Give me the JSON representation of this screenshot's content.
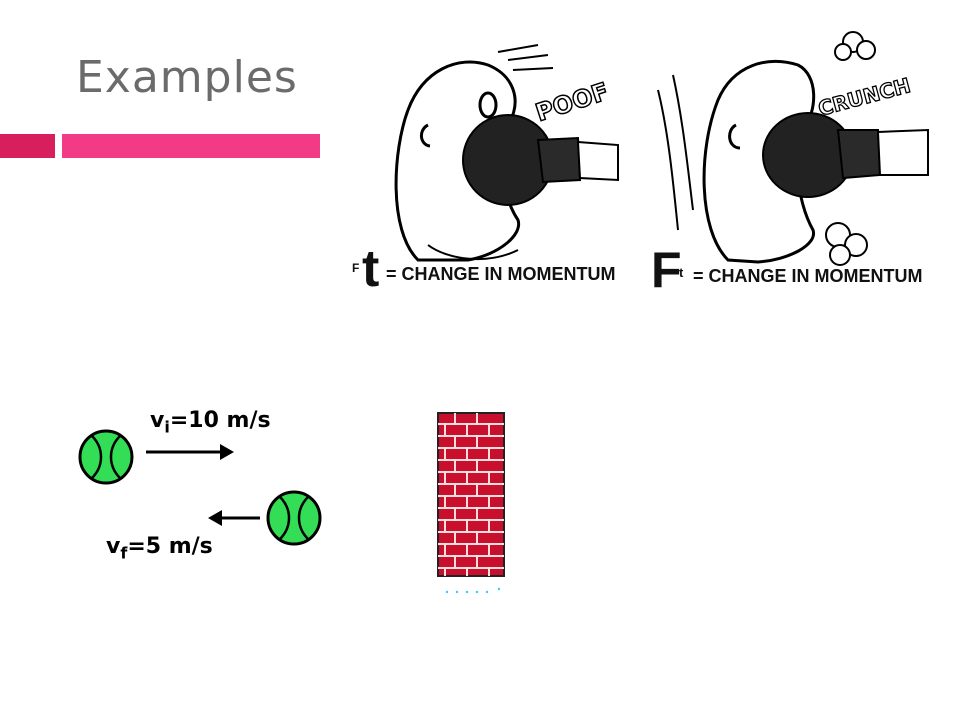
{
  "slide": {
    "title": "Examples",
    "accent_colors": {
      "bar_dark": "#d81f5e",
      "bar_light": "#f23a86"
    }
  },
  "cartoon": {
    "left_sound": "POOF",
    "right_sound": "CRUNCH",
    "left_caption_small": "F",
    "left_caption_big": "t",
    "left_caption_text": "= CHANGE IN MOMENTUM",
    "right_caption_big": "F",
    "right_caption_small": "t",
    "right_caption_text": "= CHANGE IN MOMENTUM"
  },
  "collision": {
    "vi_symbol": "v",
    "vi_sub": "i",
    "vi_value": "=10 m/s",
    "vf_symbol": "v",
    "vf_sub": "f",
    "vf_value": "=5 m/s",
    "ball_color": "#33dd55",
    "wall_color": "#c8102e"
  }
}
